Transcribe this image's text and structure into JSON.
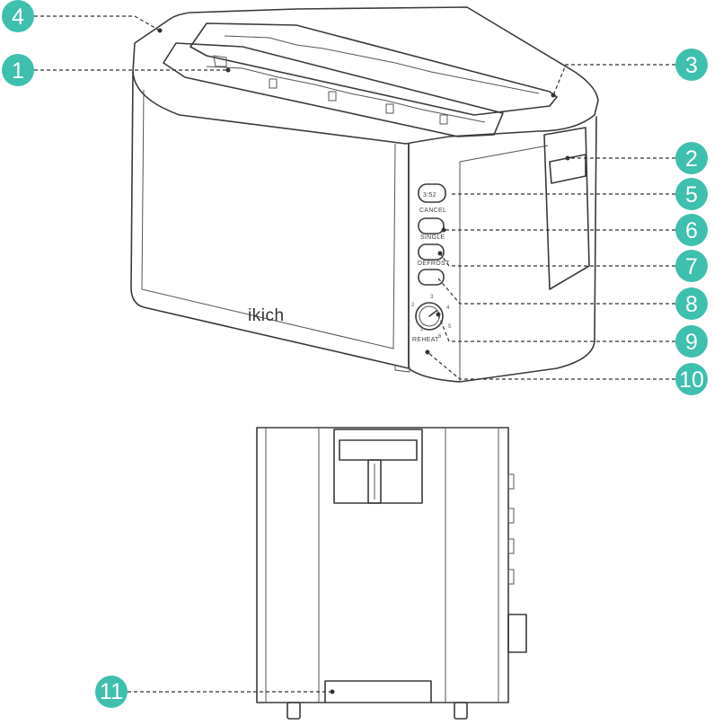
{
  "brand": "ikich",
  "panel_labels": {
    "cancel": "CANCEL",
    "single": "SINGLE",
    "defrost": "DEFROST",
    "reheat": "REHEAT"
  },
  "dial_numbers": [
    "1",
    "2",
    "3",
    "4",
    "5",
    "6"
  ],
  "callouts": [
    "1",
    "2",
    "3",
    "4",
    "5",
    "6",
    "7",
    "8",
    "9",
    "10",
    "11"
  ],
  "colors": {
    "badge": "#3fbfae",
    "outline": "#3a3a3a"
  }
}
